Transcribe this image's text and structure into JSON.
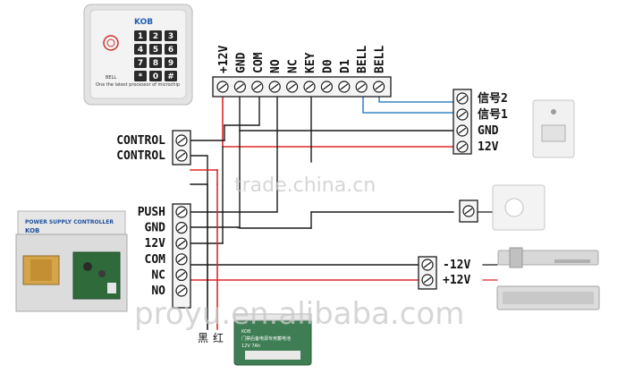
{
  "keypad": {
    "brand": "KOB",
    "keys": [
      "1",
      "2",
      "3",
      "4",
      "5",
      "6",
      "7",
      "8",
      "9",
      "*",
      "0",
      "#"
    ],
    "tagline": "One the latest processor of microchip",
    "bell": "BELL"
  },
  "top_terminal": {
    "labels": [
      "+12V",
      "GND",
      "COM",
      "NO",
      "NC",
      "KEY",
      "D0",
      "D1",
      "BELL",
      "BELL"
    ]
  },
  "control_terminal": {
    "labels": [
      "CONTROL",
      "CONTROL"
    ]
  },
  "psu_terminal": {
    "labels": [
      "PUSH",
      "GND",
      "12V",
      "COM",
      "NC",
      "NO"
    ]
  },
  "bell_terminal": {
    "labels": [
      "信号2",
      "信号1",
      "GND",
      "12V"
    ]
  },
  "lock_terminal": {
    "labels": [
      "-12V",
      "+12V"
    ]
  },
  "psu": {
    "title": "POWER SUPPLY CONTROLLER",
    "brand": "KOB"
  },
  "battery": {
    "brand": "KOB",
    "text": "门禁后备电源专用蓄电池",
    "rating": "12V 7Ah"
  },
  "battery_wires": {
    "black": "黑",
    "red": "红"
  },
  "watermarks": [
    "trade.china.cn",
    "proyu.en.alibaba.com"
  ],
  "colors": {
    "wire": "#1a1a1a",
    "red_wire": "#e0282a",
    "blue_wire": "#3a86c8",
    "terminal_body": "#f4f4f4"
  }
}
